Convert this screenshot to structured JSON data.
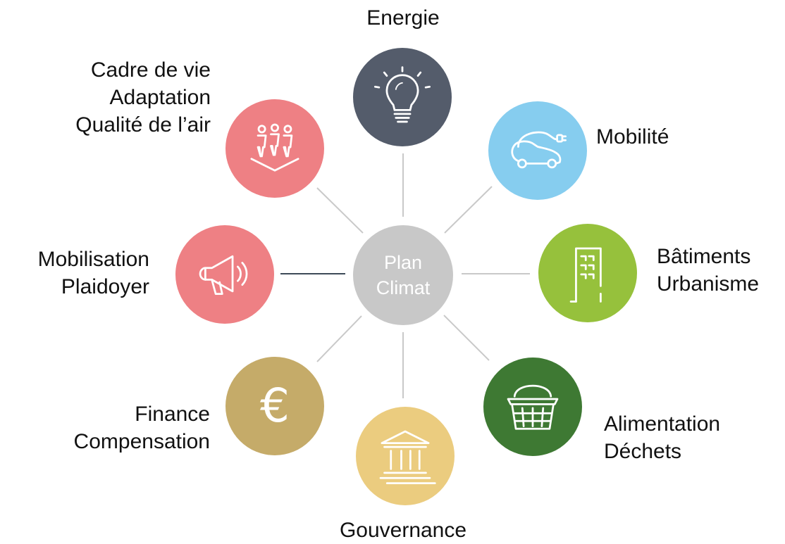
{
  "center": {
    "line1": "Plan",
    "line2": "Climat",
    "color": "#c8c8c8"
  },
  "themes": [
    {
      "id": "energie",
      "lines": [
        "Energie"
      ],
      "color": "#545c6b",
      "icon": "lightbulb-icon"
    },
    {
      "id": "mobilite",
      "lines": [
        "Mobilité"
      ],
      "color": "#86cdef",
      "icon": "electric-car-icon"
    },
    {
      "id": "batiments",
      "lines": [
        "Bâtiments",
        "Urbanisme"
      ],
      "color": "#96c13c",
      "icon": "building-icon"
    },
    {
      "id": "alimentation",
      "lines": [
        "Alimentation",
        "Déchets"
      ],
      "color": "#3e7933",
      "icon": "basket-icon"
    },
    {
      "id": "gouvernance",
      "lines": [
        "Gouvernance"
      ],
      "color": "#ebcc7f",
      "icon": "institution-icon"
    },
    {
      "id": "finance",
      "lines": [
        "Finance",
        "Compensation"
      ],
      "color": "#c5ab69",
      "icon": "euro-icon",
      "glyph": "€"
    },
    {
      "id": "mobilisation",
      "lines": [
        "Mobilisation",
        "Plaidoyer"
      ],
      "color": "#ee8084",
      "icon": "megaphone-icon"
    },
    {
      "id": "cadre",
      "lines": [
        "Cadre de vie",
        "Adaptation",
        "Qualité de l’air"
      ],
      "color": "#ee8084",
      "icon": "people-icon"
    }
  ],
  "connector_color": "#c9c9c9",
  "accent_connector_color": "#3d4a58"
}
